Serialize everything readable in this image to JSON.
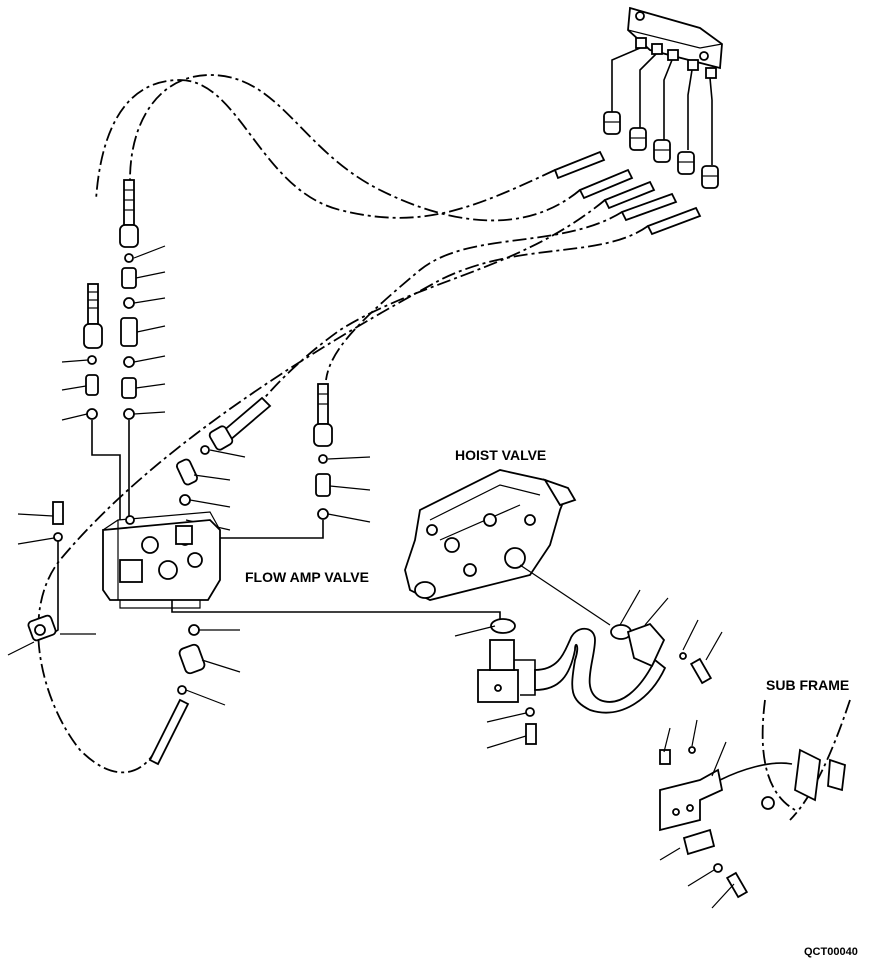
{
  "labels": {
    "hoist_valve": "HOIST VALVE",
    "flow_amp_valve": "FLOW AMP VALVE",
    "sub_frame": "SUB FRAME"
  },
  "drawing_code": "QCT00040"
}
